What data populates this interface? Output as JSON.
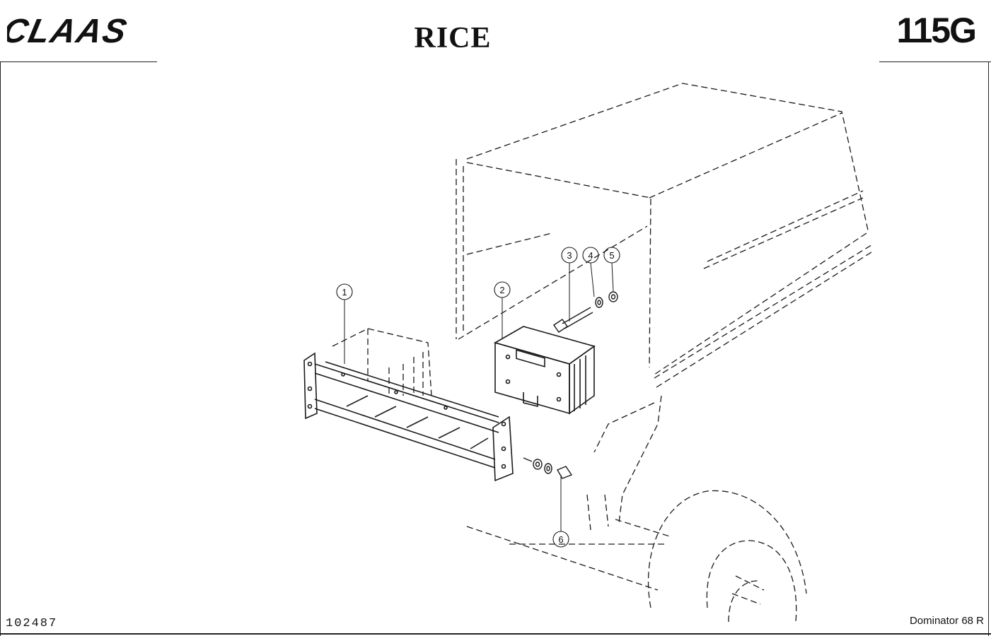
{
  "header": {
    "brand": "CLAAS",
    "title": "RICE",
    "page_code": "115G"
  },
  "footer": {
    "drawing_number": "102487",
    "model": "Dominator 68 R"
  },
  "callouts": [
    "1",
    "2",
    "3",
    "4",
    "5",
    "6"
  ]
}
